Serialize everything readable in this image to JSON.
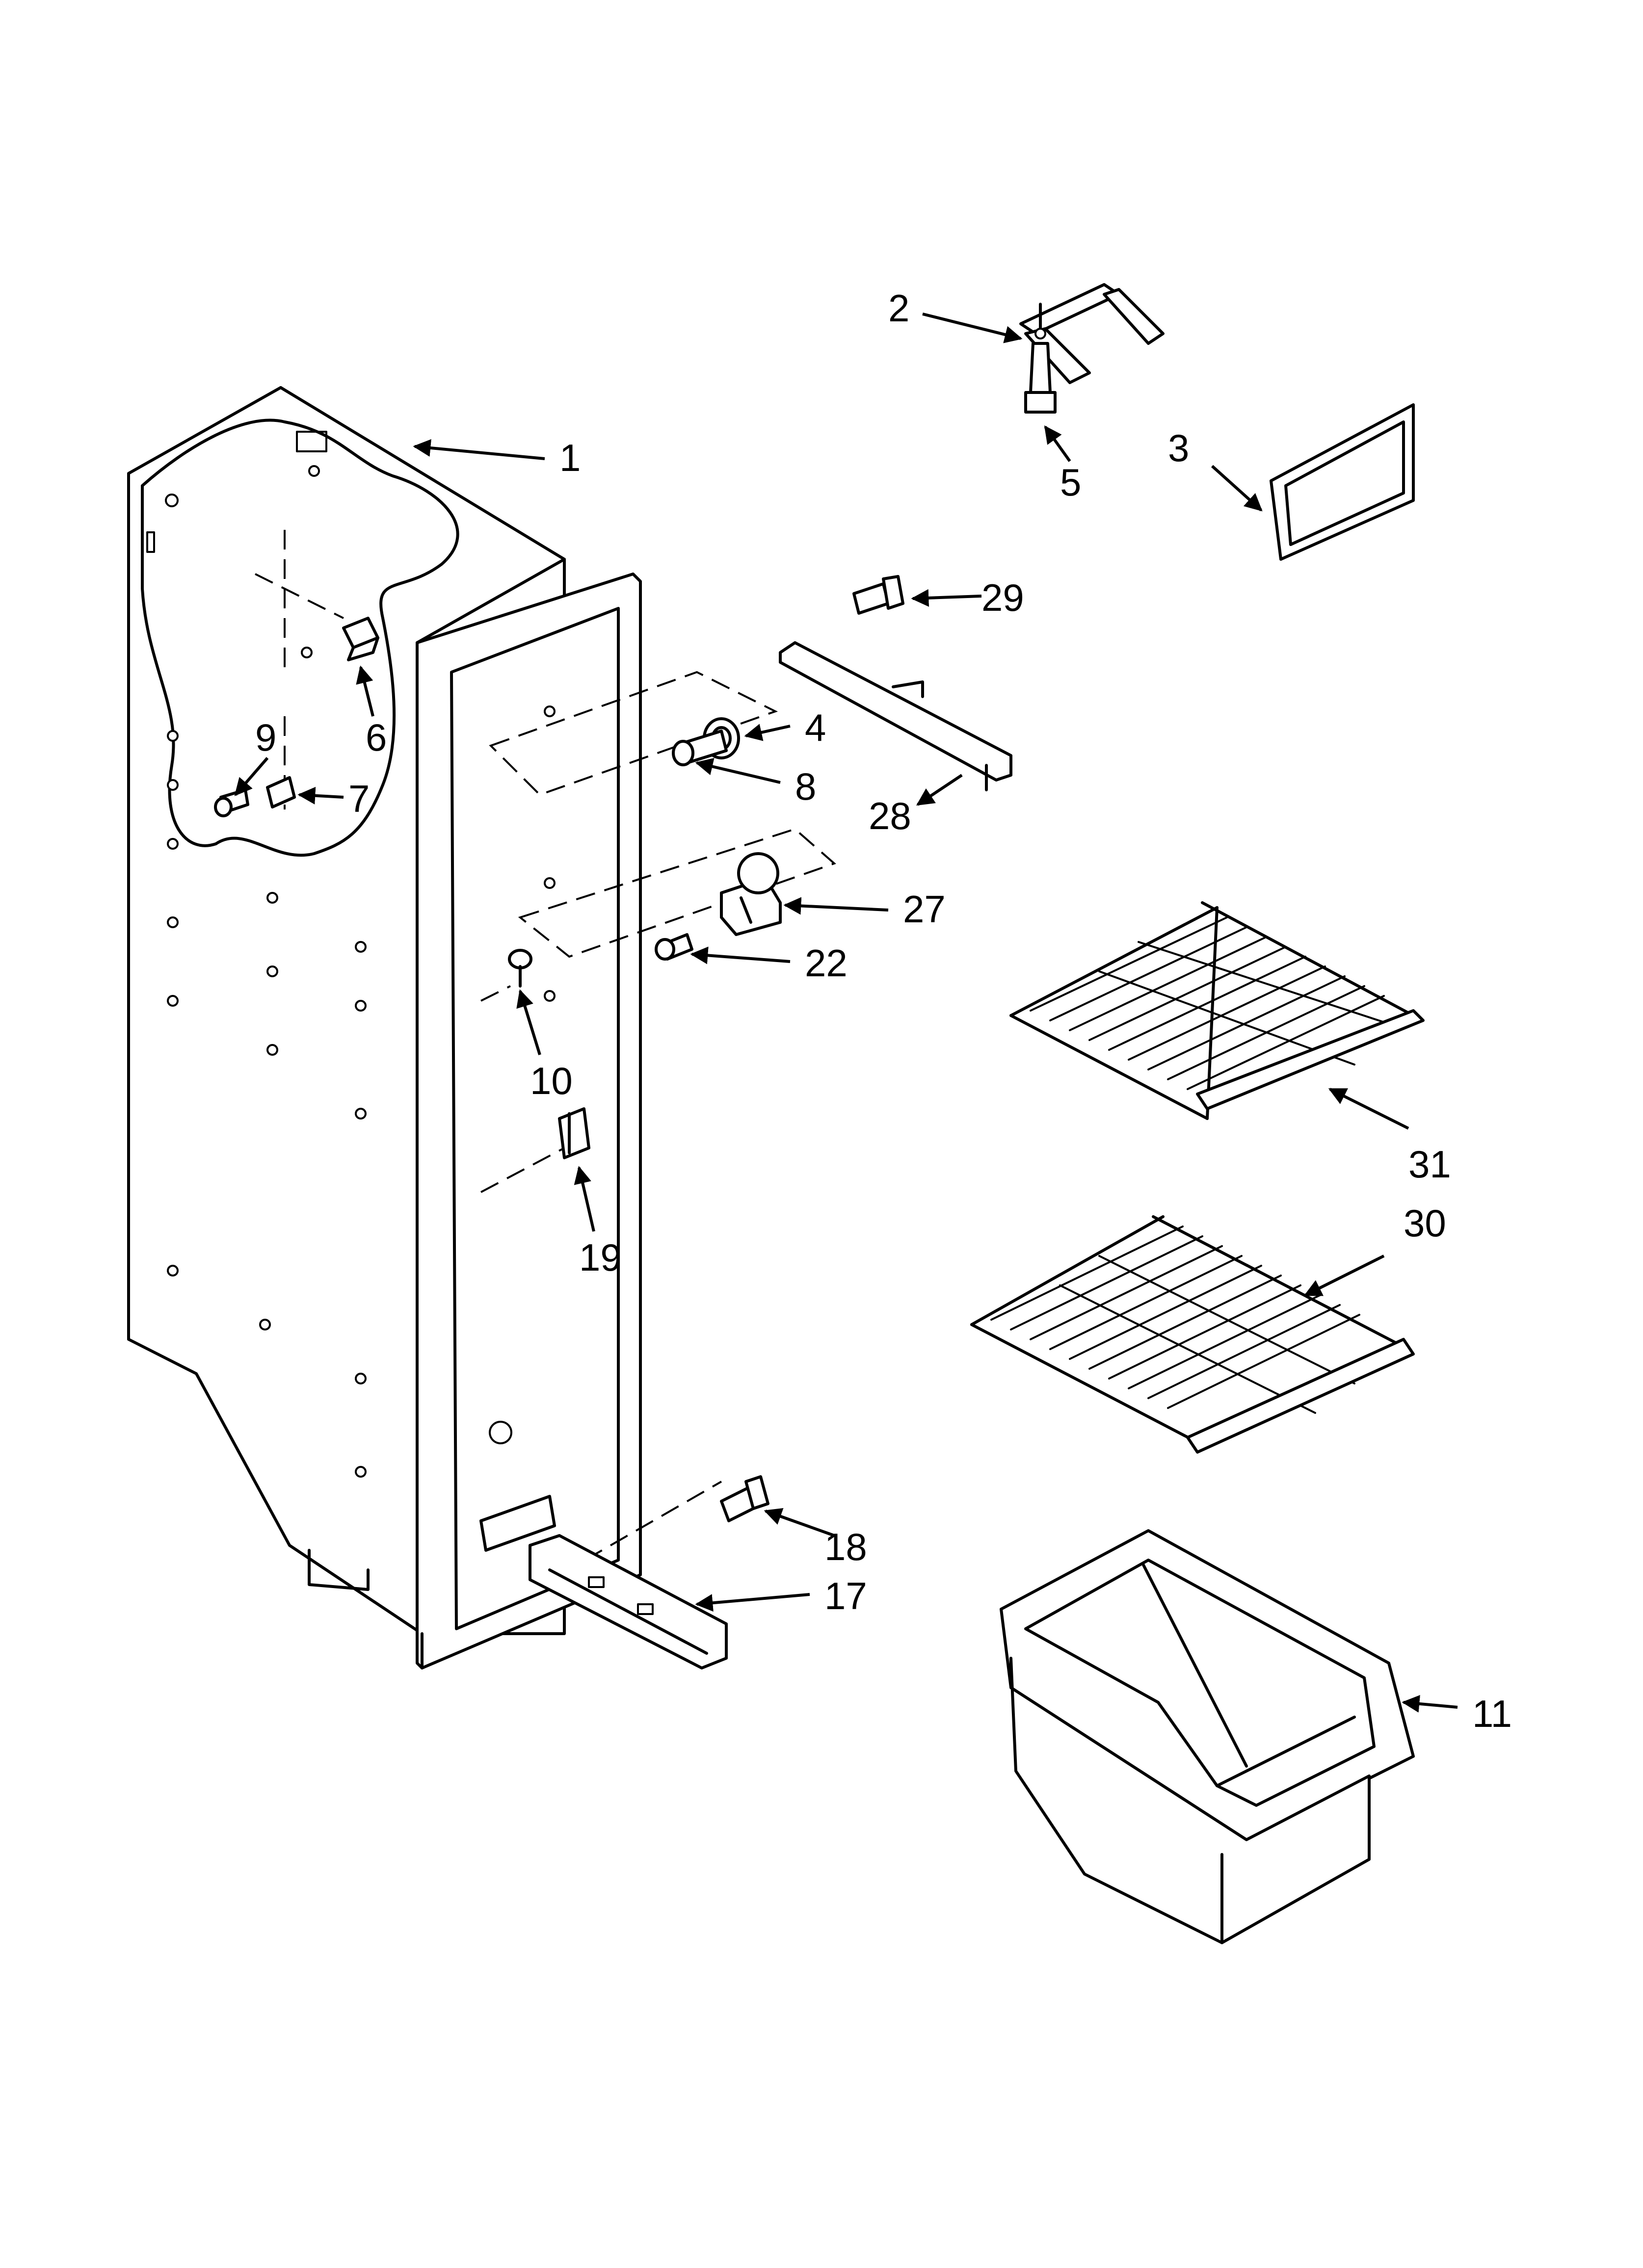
{
  "callouts": {
    "c1": "1",
    "c2": "2",
    "c3": "3",
    "c4": "4",
    "c5": "5",
    "c6": "6",
    "c7": "7",
    "c8": "8",
    "c9": "9",
    "c10": "10",
    "c11": "11",
    "c17": "17",
    "c18": "18",
    "c19": "19",
    "c22": "22",
    "c27": "27",
    "c28": "28",
    "c29": "29",
    "c30": "30",
    "c31": "31"
  }
}
